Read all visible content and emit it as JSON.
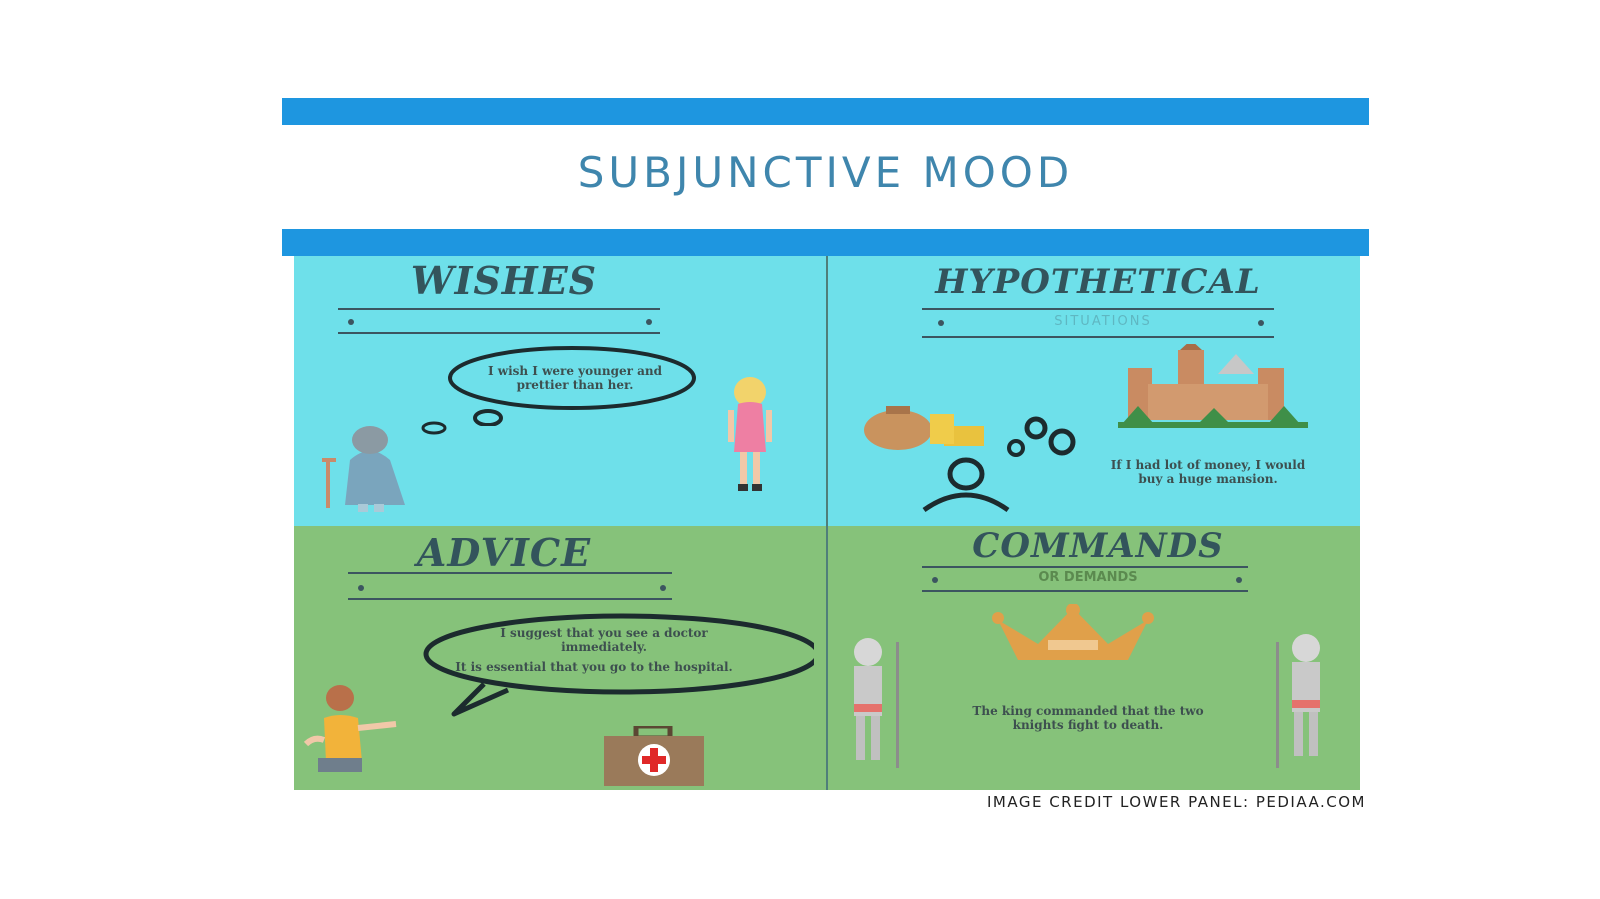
{
  "slide": {
    "title": "SUBJUNCTIVE MOOD",
    "accent_color": "#1e96e0",
    "credit": "IMAGE CREDIT LOWER PANEL: PEDIAA.COM"
  },
  "panels": {
    "wishes": {
      "title": "WISHES",
      "example": "I wish I were younger and prettier than her.",
      "background": "#6ee0ea"
    },
    "hypothetical": {
      "title": "HYPOTHETICAL",
      "subtitle": "SITUATIONS",
      "example": "If I had lot of money, I would buy a huge mansion.",
      "background": "#6ee0ea"
    },
    "advice": {
      "title": "ADVICE",
      "example_1": "I suggest that you see a doctor immediately.",
      "example_2": "It is essential that you go to the hospital.",
      "background": "#86c27a"
    },
    "commands": {
      "title": "COMMANDS",
      "subtitle": "OR DEMANDS",
      "example": "The king commanded that the two knights fight to death.",
      "background": "#86c27a"
    }
  },
  "icons": [
    "old-woman-icon",
    "thought-bubble-icon",
    "young-woman-icon",
    "money-bags-icon",
    "gears-icon",
    "person-icon",
    "castle-icon",
    "speech-bubble-icon",
    "girl-icon",
    "first-aid-kit-icon",
    "crown-icon",
    "knight-icon"
  ]
}
